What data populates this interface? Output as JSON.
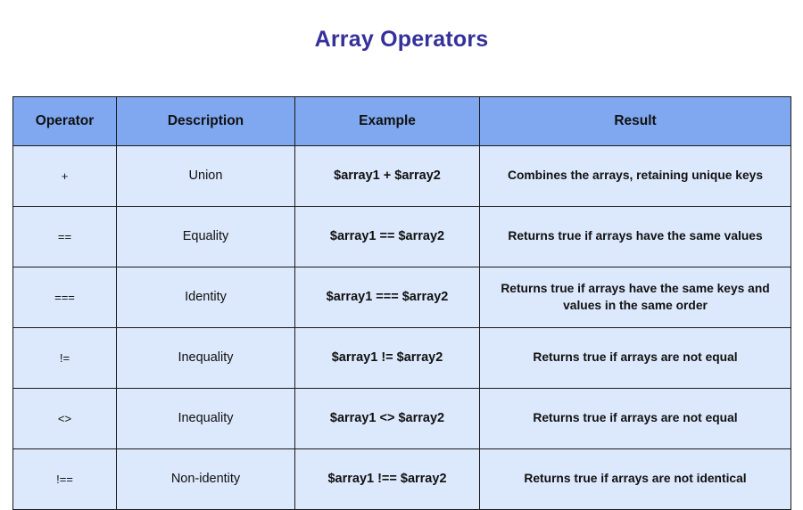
{
  "page": {
    "title": "Array Operators",
    "title_color": "#35309a",
    "background_color": "#ffffff"
  },
  "table": {
    "header_background": "#7fa8f0",
    "cell_background": "#dce8fb",
    "border_color": "#1a1a1a",
    "columns": [
      {
        "key": "operator",
        "label": "Operator"
      },
      {
        "key": "description",
        "label": "Description"
      },
      {
        "key": "example",
        "label": "Example"
      },
      {
        "key": "result",
        "label": "Result"
      }
    ],
    "rows": [
      {
        "operator": "+",
        "description": "Union",
        "example": "$array1 + $array2",
        "result": "Combines the arrays, retaining unique keys"
      },
      {
        "operator": "==",
        "description": "Equality",
        "example": "$array1 == $array2",
        "result": "Returns true if arrays have the same values"
      },
      {
        "operator": "===",
        "description": "Identity",
        "example": "$array1 === $array2",
        "result": "Returns true if arrays have the same keys and values in the same order"
      },
      {
        "operator": "!=",
        "description": "Inequality",
        "example": "$array1 != $array2",
        "result": "Returns true if arrays are not equal"
      },
      {
        "operator": "<>",
        "description": "Inequality",
        "example": "$array1 <> $array2",
        "result": "Returns true if arrays are not equal"
      },
      {
        "operator": "!==",
        "description": "Non-identity",
        "example": "$array1 !== $array2",
        "result": "Returns true if arrays are not identical"
      }
    ]
  }
}
